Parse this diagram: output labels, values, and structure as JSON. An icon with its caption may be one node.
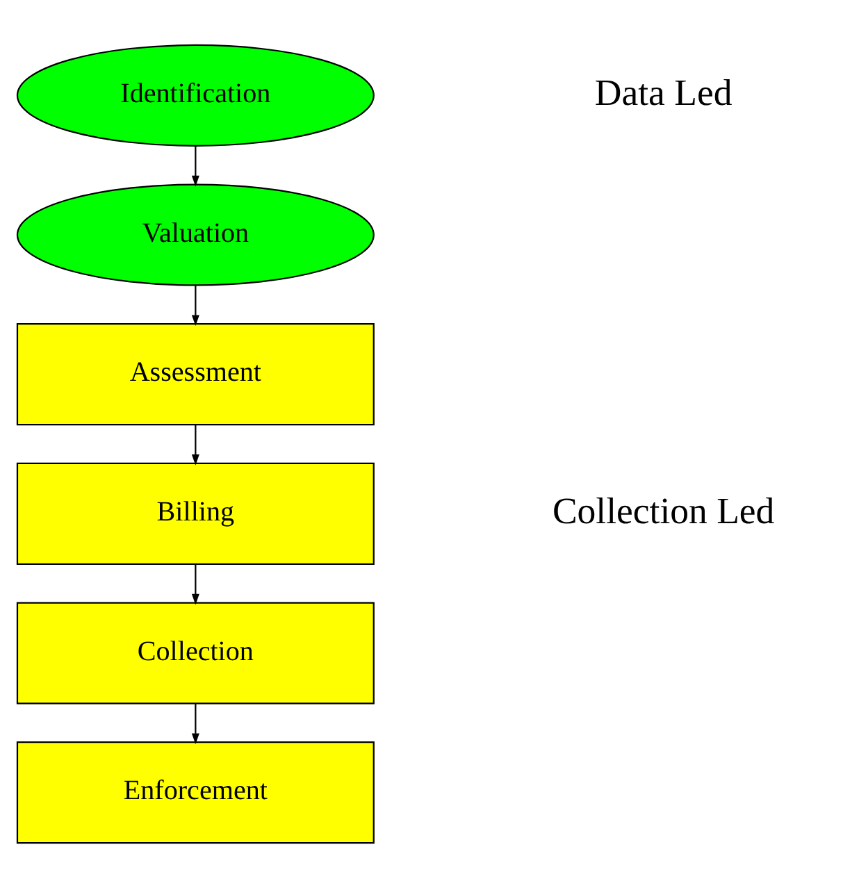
{
  "diagram": {
    "nodes": [
      {
        "text": [
          "Identification"
        ]
      },
      {
        "text": [
          "Valuation"
        ]
      },
      {
        "text": [
          "Assessment"
        ]
      },
      {
        "text": [
          "Billing"
        ]
      },
      {
        "text": [
          "Collection"
        ]
      },
      {
        "text": [
          "Enforcement"
        ]
      }
    ],
    "edges": [
      {
        "from": 0,
        "to": 1,
        "arrow": "to"
      },
      {
        "from": 1,
        "to": 2,
        "arrow": "to"
      },
      {
        "from": 2,
        "to": 3,
        "arrow": "to"
      },
      {
        "from": 3,
        "to": 4,
        "arrow": "to"
      },
      {
        "from": 4,
        "to": 5,
        "arrow": "to"
      }
    ],
    "labels": [
      "Data Led",
      "Collection Led"
    ]
  }
}
